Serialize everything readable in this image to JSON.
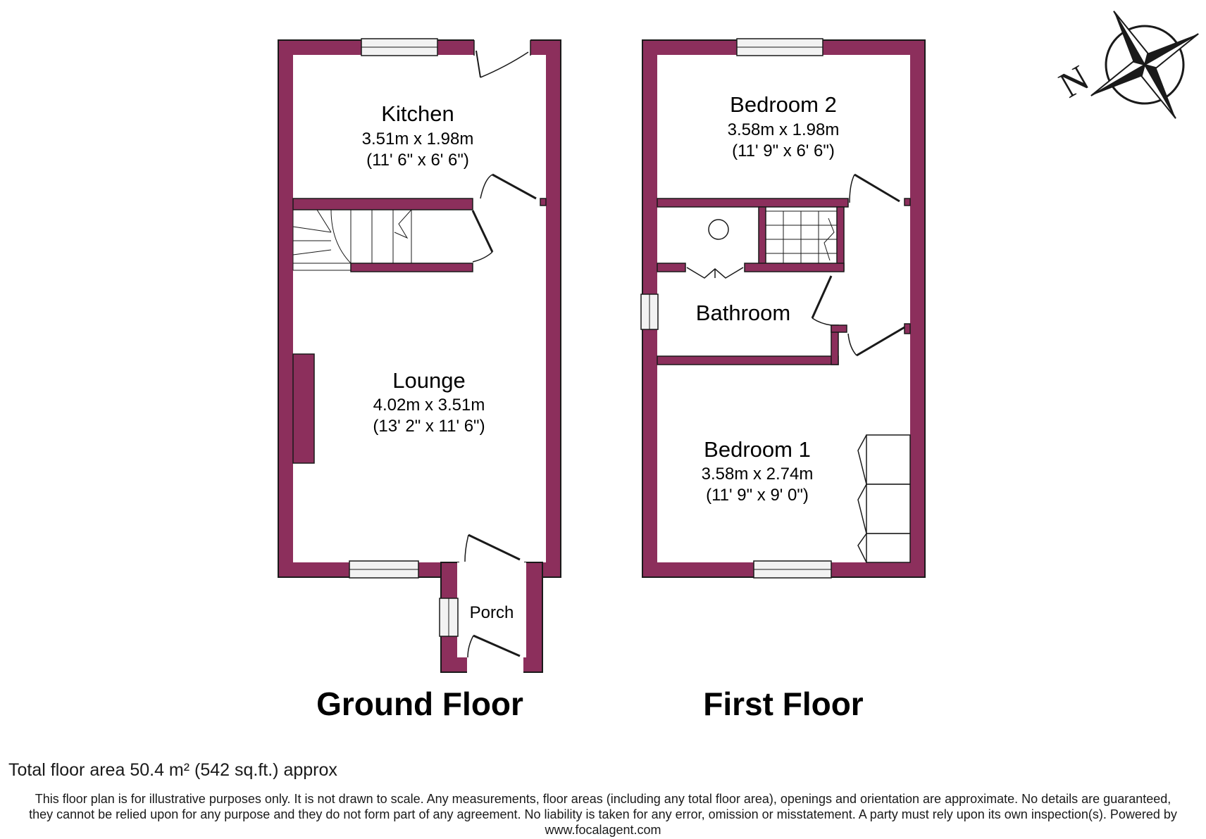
{
  "colors": {
    "wall": "#8c2f5c",
    "line": "#1a1a1a",
    "window": "#f2f2f2"
  },
  "ground_floor": {
    "title": "Ground Floor",
    "kitchen": {
      "name": "Kitchen",
      "metric": "3.51m x 1.98m",
      "imperial": "(11' 6\" x 6' 6\")"
    },
    "lounge": {
      "name": "Lounge",
      "metric": "4.02m x 3.51m",
      "imperial": "(13' 2\" x 11' 6\")"
    },
    "porch": {
      "name": "Porch"
    }
  },
  "first_floor": {
    "title": "First Floor",
    "bedroom2": {
      "name": "Bedroom 2",
      "metric": "3.58m x 1.98m",
      "imperial": "(11' 9\" x 6' 6\")"
    },
    "bathroom": {
      "name": "Bathroom"
    },
    "bedroom1": {
      "name": "Bedroom 1",
      "metric": "3.58m x 2.74m",
      "imperial": "(11' 9\" x 9' 0\")"
    }
  },
  "compass": {
    "label": "N",
    "icon": "compass-rose-icon"
  },
  "footer": {
    "total_area": "Total floor area 50.4 m² (542 sq.ft.) approx",
    "disclaimer_line1": "This floor plan is for illustrative purposes only. It is not drawn to scale. Any measurements, floor areas (including any total floor area), openings and orientation are approximate. No details are guaranteed,",
    "disclaimer_line2": "they cannot be relied upon for any purpose and they do not form part of any agreement. No liability is taken for any error, omission or misstatement. A party must rely upon its own inspection(s). Powered by",
    "disclaimer_line3": "www.focalagent.com"
  }
}
